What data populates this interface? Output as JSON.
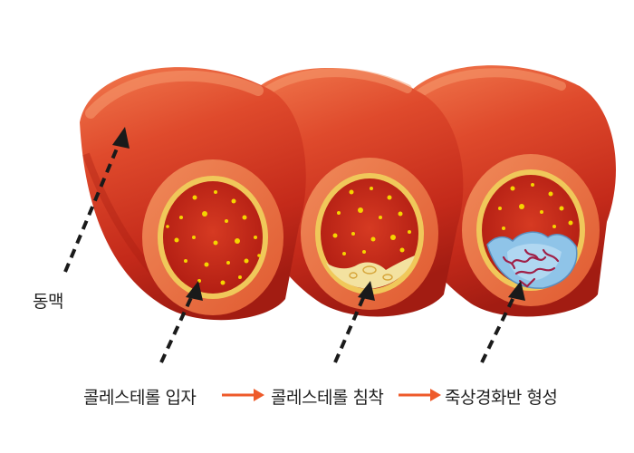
{
  "labels": {
    "artery": "동맥",
    "stage1": "콜레스테롤 입자",
    "stage2": "콜레스테롤 침착",
    "stage3": "죽상경화반 형성"
  },
  "colors": {
    "vessel_outer": "#d0301f",
    "vessel_highlight": "#f07048",
    "vessel_shadow": "#9e1a12",
    "wall_cut": "#e96a3c",
    "yellow_ring": "#f0c85a",
    "lumen": "#c8261a",
    "particle": "#f5d400",
    "deposit": "#f3e2a0",
    "plaque_blue": "#8fc4e8",
    "plaque_fiber": "#a02048",
    "arrow_red": "#ee5a2a",
    "dashed_arrow": "#1a1a1a"
  },
  "icons": [
    "dashed-arrow-icon",
    "right-arrow-icon"
  ]
}
